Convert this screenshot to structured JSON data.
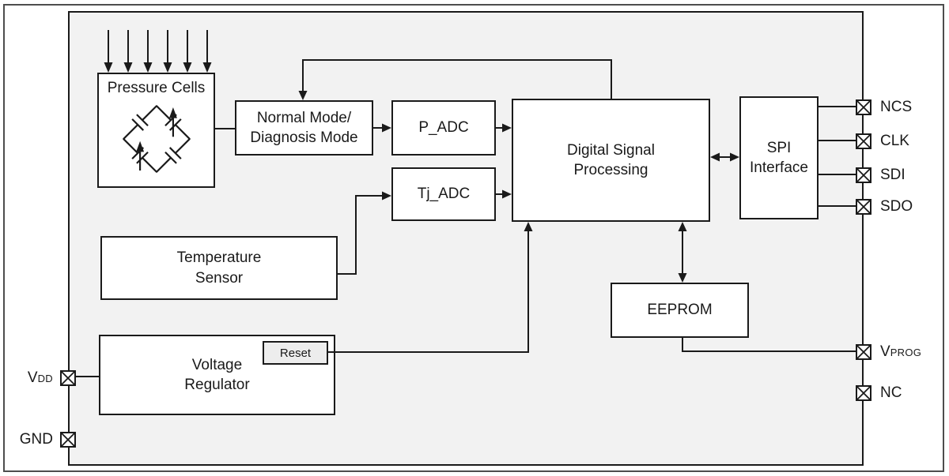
{
  "diagram": {
    "blocks": {
      "pressure_cells": {
        "label": "Pressure Cells"
      },
      "mode": {
        "line1": "Normal Mode/",
        "line2": "Diagnosis Mode"
      },
      "p_adc": {
        "label": "P_ADC"
      },
      "tj_adc": {
        "label": "Tj_ADC"
      },
      "dsp": {
        "line1": "Digital Signal",
        "line2": "Processing"
      },
      "spi": {
        "line1": "SPI",
        "line2": "Interface"
      },
      "temp_sensor": {
        "line1": "Temperature",
        "line2": "Sensor"
      },
      "eeprom": {
        "label": "EEPROM"
      },
      "vreg": {
        "line1": "Voltage",
        "line2": "Regulator"
      },
      "reset": {
        "label": "Reset"
      }
    },
    "pins": {
      "ncs": {
        "label": "NCS"
      },
      "clk": {
        "label": "CLK"
      },
      "sdi": {
        "label": "SDI"
      },
      "sdo": {
        "label": "SDO"
      },
      "vprog": {
        "main": "V",
        "sub": "PROG"
      },
      "nc": {
        "label": "NC"
      },
      "vdd": {
        "main": "V",
        "sub": "DD"
      },
      "gnd": {
        "label": "GND"
      }
    },
    "colors": {
      "chip_fill": "#f2f2f2",
      "block_fill": "#ffffff",
      "reset_fill": "#ededed",
      "line": "#1a1a1a",
      "outer_border": "#4d4d4d",
      "text": "#1a1a1a"
    }
  }
}
